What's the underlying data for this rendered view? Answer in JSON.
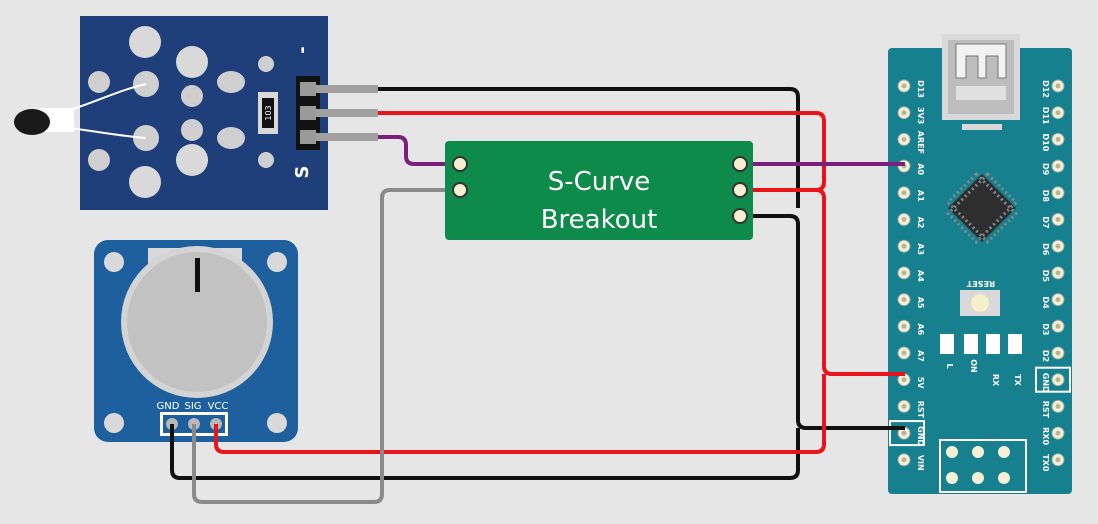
{
  "colors": {
    "background": "#e6e6e6",
    "sensor_board": "#1f3f7a",
    "pot_board": "#1e5f9e",
    "breakout": "#0e8a4a",
    "arduino": "#16808f",
    "wire_black": "#111111",
    "wire_red": "#e8141c",
    "wire_purple": "#7a1f7a",
    "wire_gray": "#8a8a8a"
  },
  "thermistor_module": {
    "pin_minus": "-",
    "pin_signal": "S",
    "resistor_code": "103"
  },
  "potentiometer": {
    "pins": [
      "GND",
      "SIG",
      "VCC"
    ]
  },
  "breakout": {
    "line1": "S-Curve",
    "line2": "Breakout"
  },
  "arduino": {
    "left_pins": [
      "D13",
      "3V3",
      "AREF",
      "A0",
      "A1",
      "A2",
      "A3",
      "A4",
      "A5",
      "A6",
      "A7",
      "5V",
      "RST",
      "GND",
      "VIN"
    ],
    "right_pins": [
      "D12",
      "D11",
      "D10",
      "D9",
      "D8",
      "D7",
      "D6",
      "D5",
      "D4",
      "D3",
      "D2",
      "GND",
      "RST",
      "RX0",
      "TX0"
    ],
    "reset_label": "RESET",
    "leds": [
      "L",
      "ON",
      "RX",
      "TX"
    ]
  }
}
